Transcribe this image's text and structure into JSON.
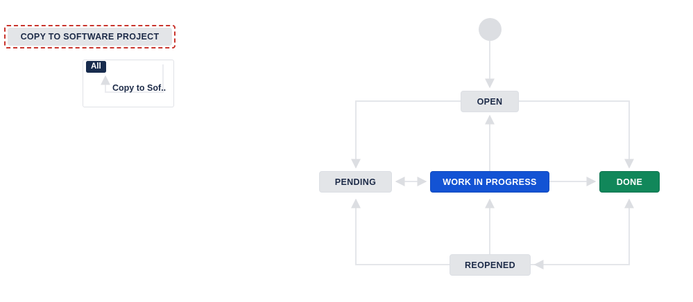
{
  "annotation": {
    "transition_label": "COPY TO SOFTWARE PROJECT",
    "highlight_color": "#c9342c",
    "chip_background": "#e3e5e8",
    "chip_text_color": "#1d2b48"
  },
  "mini_panel": {
    "badge_label": "All",
    "badge_color": "#172b4d",
    "transition_label": "Copy to Sof..",
    "panel_background": "#ffffff",
    "panel_border_color": "#dfe1e6"
  },
  "workflow": {
    "start_node": "start-circle",
    "start_color": "#dcdee2",
    "edge_color": "#dfe1e6",
    "nodes": [
      {
        "id": "open",
        "label": "OPEN",
        "style": "grey",
        "color": "#e3e5e8",
        "text_color": "#1d2b48"
      },
      {
        "id": "pending",
        "label": "PENDING",
        "style": "grey",
        "color": "#e3e5e8",
        "text_color": "#1d2b48"
      },
      {
        "id": "wip",
        "label": "WORK IN PROGRESS",
        "style": "blue",
        "color": "#1353d4",
        "text_color": "#ffffff"
      },
      {
        "id": "done",
        "label": "DONE",
        "style": "green",
        "color": "#11875a",
        "text_color": "#ffffff"
      },
      {
        "id": "reopened",
        "label": "REOPENED",
        "style": "grey",
        "color": "#e3e5e8",
        "text_color": "#1d2b48"
      }
    ],
    "edges": [
      {
        "from": "start",
        "to": "open",
        "direction": "one-way"
      },
      {
        "from": "open",
        "to": "pending",
        "direction": "one-way"
      },
      {
        "from": "open",
        "to": "done",
        "direction": "one-way"
      },
      {
        "from": "wip",
        "to": "open",
        "direction": "one-way"
      },
      {
        "from": "pending",
        "to": "wip",
        "direction": "two-way"
      },
      {
        "from": "wip",
        "to": "done",
        "direction": "one-way"
      },
      {
        "from": "reopened",
        "to": "pending",
        "direction": "one-way"
      },
      {
        "from": "reopened",
        "to": "wip",
        "direction": "one-way"
      },
      {
        "from": "reopened",
        "to": "done",
        "direction": "one-way"
      },
      {
        "from": "done",
        "to": "reopened",
        "direction": "one-way"
      }
    ]
  }
}
